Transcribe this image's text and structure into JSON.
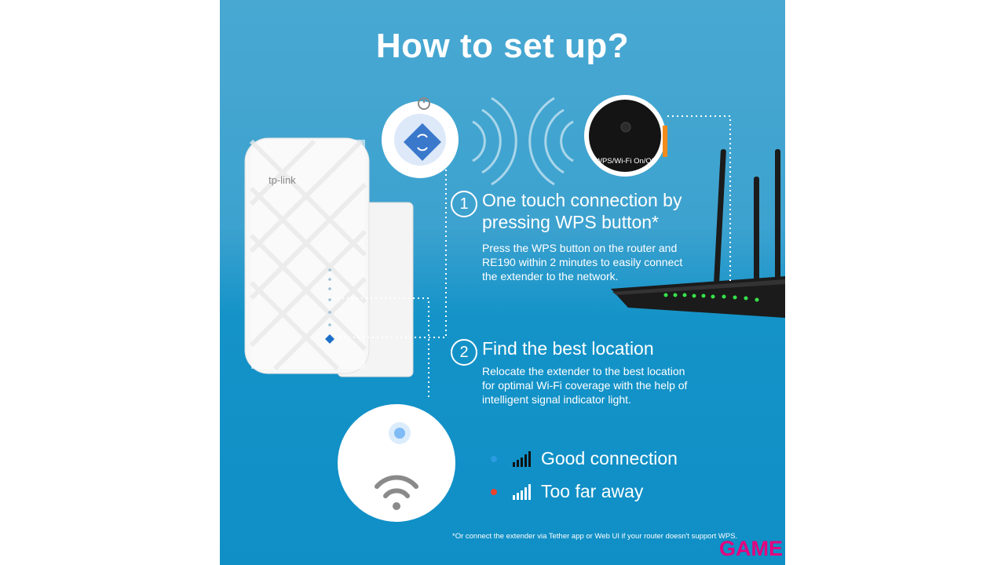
{
  "title": "How to set up?",
  "device": {
    "brand": "tp-link"
  },
  "router": {
    "button_label": "WPS/Wi-Fi On/Off"
  },
  "step1": {
    "number": "1",
    "heading_line1": "One touch connection by",
    "heading_line2": "pressing WPS button*",
    "desc_line1": "Press the WPS button on the router and",
    "desc_line2": "RE190 within 2 minutes to easily connect",
    "desc_line3": "the extender to the network."
  },
  "step2": {
    "number": "2",
    "heading": "Find the best location",
    "desc_line1": "Relocate the extender to the best location",
    "desc_line2": "for optimal Wi-Fi coverage with the help of",
    "desc_line3": "intelligent signal indicator light."
  },
  "legend": [
    {
      "text": "Good connection",
      "color": "#2a9be0"
    },
    {
      "text": "Too far away",
      "color": "#e8432e"
    }
  ],
  "footnote": "*Or connect the extender via Tether app or Web UI if your router doesn't support WPS.",
  "store_logo": "GAME",
  "colors": {
    "panel_blue": "#1493c8",
    "good": "#2a9be0",
    "bad": "#e8432e",
    "logo_magenta": "#e5007e"
  }
}
